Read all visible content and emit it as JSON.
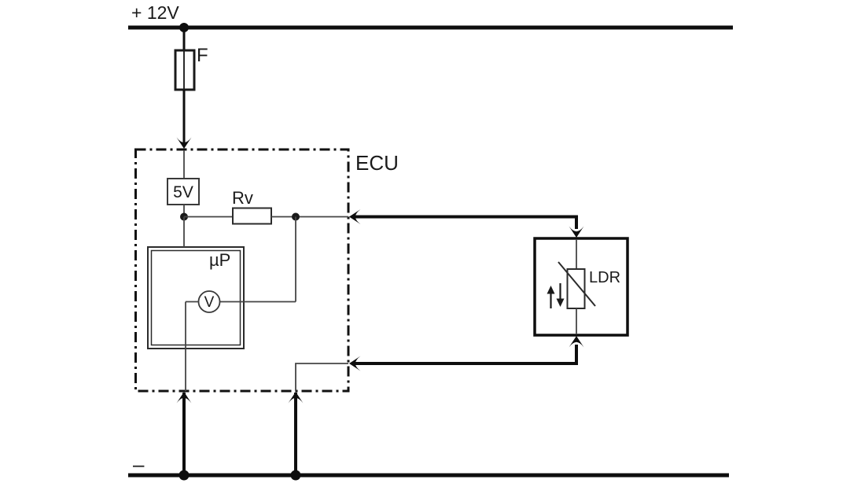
{
  "diagram": {
    "kind": "automotive-circuit-schematic",
    "labels": {
      "supply_rail": "+ 12V",
      "fuse": "F",
      "ecu": "ECU",
      "regulator": "5V",
      "series_resistor": "Rv",
      "microprocessor": "µP",
      "voltmeter": "V",
      "ldr": "LDR",
      "ground_rail": "–"
    },
    "colors": {
      "background": "#ffffff",
      "wire_thick": "#0e0e0e",
      "wire_thin": "#454545",
      "component_outline": "#2b2b2b",
      "text": "#1a1a1a"
    }
  }
}
